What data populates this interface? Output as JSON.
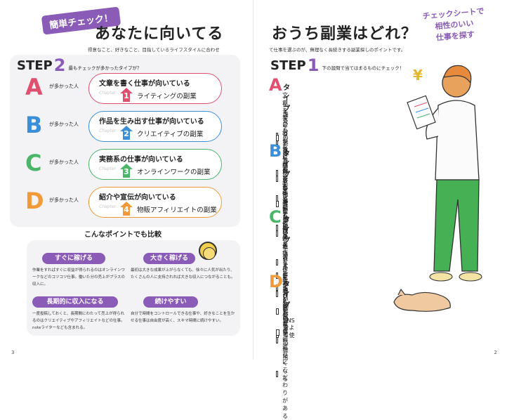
{
  "left": {
    "badge": "簡単チェック！",
    "title": "あなたに向いてる",
    "subtitle": "得意なこと、好きなこと、目指しているライフスタイルに合わせ",
    "step_label": "STEP",
    "step_num": "2",
    "step_desc": "最もチェックが多かったタイプが？",
    "results": [
      {
        "letter": "A",
        "ga": "が多かった人",
        "title": "文章を書く仕事が向いている",
        "chapter_label": "Chapter",
        "chapter": "1",
        "body": "ライティングの副業",
        "color": "#e0506e"
      },
      {
        "letter": "B",
        "ga": "が多かった人",
        "title": "作品を生み出す仕事が向いている",
        "chapter_label": "Chapter",
        "chapter": "2",
        "body": "クリエイティブの副業",
        "color": "#3a8fd8"
      },
      {
        "letter": "C",
        "ga": "が多かった人",
        "title": "実務系の仕事が向いている",
        "chapter_label": "Chapter",
        "chapter": "3",
        "body": "オンラインワークの副業",
        "color": "#4bb56a"
      },
      {
        "letter": "D",
        "ga": "が多かった人",
        "title": "紹介や宣伝が向いている",
        "chapter_label": "Chapter",
        "chapter": "4",
        "body": "物販アフィリエイトの副業",
        "color": "#f29a3a"
      }
    ],
    "compare_title": "こんなポイントでも比較",
    "compare": [
      {
        "tag": "すぐに稼げる",
        "text": "作業をすればすぐに収益が得られるのはオンラインワークなどのコツコツ仕事。働いた分の売上がプラスの収入に。"
      },
      {
        "tag": "大きく稼げる",
        "text": "最初は大きな成果が上がらなくても、徐々に人気が出たり、たくさんの人に支持されれば大きな収入につながることも。"
      },
      {
        "tag": "長期的に収入になる",
        "text": "一度投稿しておくと、長期間にわたって売上が得られるのはクリエイティブやアフィリエイトなどの仕事。noteライターなども含まれる。"
      },
      {
        "tag": "続けやすい",
        "text": "自分で時間をコントロールできる仕事や、好きなことを生かせる仕事は自由度が高く、スキマ時間に続けやすい。"
      }
    ],
    "page_num": "3"
  },
  "right": {
    "title": "おうち副業はどれ？",
    "subtitle": "て仕事を選ぶのが、無理なく長続きする副業探しのポイントです。",
    "side_note": [
      "チェックシートで",
      "相性のいい",
      "仕事を探す"
    ],
    "step_label": "STEP",
    "step_num": "1",
    "step_desc": "下の設問で当てはまるものにチェック！",
    "type_suffix": "タイプ",
    "groups": [
      {
        "letter": "A",
        "color": "#e0506e",
        "items": [
          "文章を書くのが苦にならない",
          "伝えることが楽しい",
          "調べものが好き",
          "自分らしさが生きる仕事がしたい",
          "コツコツ続けるのが得意"
        ]
      },
      {
        "letter": "B",
        "color": "#3a8fd8",
        "items": [
          "写真や動画を撮るのが好き",
          "趣味を生かしたい",
          "トレンドに敏感",
          "オリジナル作品を作りたい",
          "発信して稼ぎたい"
        ]
      },
      {
        "letter": "C",
        "color": "#4bb56a",
        "items": [
          "安定して収入を得たい",
          "マニュアルがあると安心",
          "地道な作業が苦にならない",
          "スキルを生かしたい",
          "すぐにはじめたい"
        ]
      },
      {
        "letter": "D",
        "color": "#f29a3a",
        "items": [
          "買い物が好き",
          "人におすすめしたくなる",
          "お得情報に敏感",
          "SNSをよく使う",
          "もの選びにこだわりがある"
        ]
      }
    ],
    "yen": "¥",
    "page_num": "2"
  },
  "colors": {
    "accent": "#8a5cb8",
    "panel": "#f3f3f5"
  }
}
